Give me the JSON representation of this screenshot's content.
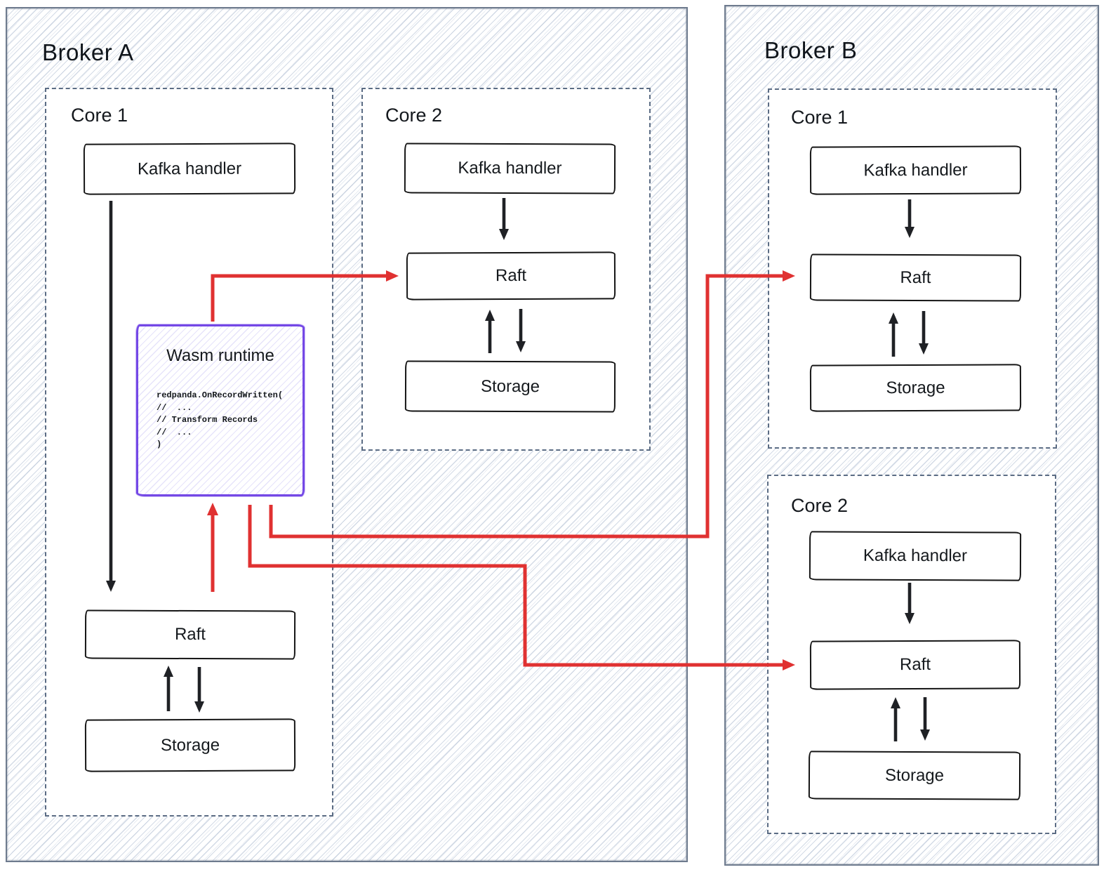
{
  "colors": {
    "red": "#e03131",
    "purple": "#7448e6",
    "ink": "#161a1e",
    "broker_border": "#6e7b8e",
    "core_border": "#5b6c84",
    "hatch": "#a7b6cd"
  },
  "broker_a": {
    "title": "Broker A",
    "core1": {
      "title": "Core 1",
      "kafka": "Kafka handler",
      "raft": "Raft",
      "storage": "Storage",
      "wasm": {
        "title": "Wasm runtime",
        "code": "redpanda.OnRecordWritten(\n//  ...\n// Transform Records\n//  ...\n)"
      }
    },
    "core2": {
      "title": "Core 2",
      "kafka": "Kafka handler",
      "raft": "Raft",
      "storage": "Storage"
    }
  },
  "broker_b": {
    "title": "Broker B",
    "core1": {
      "title": "Core 1",
      "kafka": "Kafka handler",
      "raft": "Raft",
      "storage": "Storage"
    },
    "core2": {
      "title": "Core 2",
      "kafka": "Kafka handler",
      "raft": "Raft",
      "storage": "Storage"
    }
  }
}
